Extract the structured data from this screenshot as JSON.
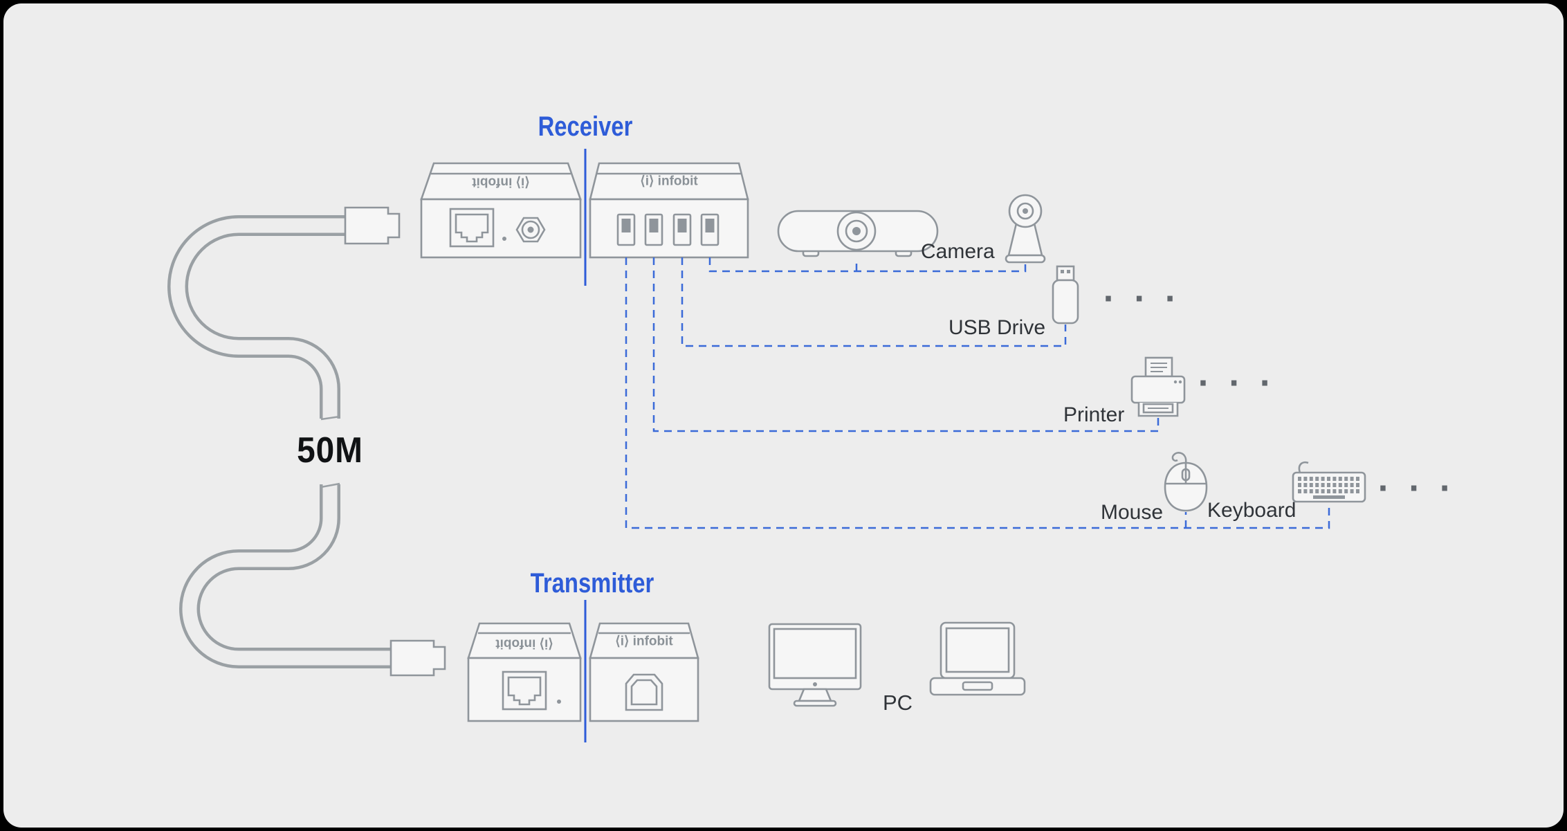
{
  "diagram": {
    "receiver": {
      "label": "Receiver"
    },
    "transmitter": {
      "label": "Transmitter"
    },
    "cable": {
      "length_label": "50M"
    },
    "brand": {
      "icon_glyph": "⟨i⟩",
      "name": "infobit"
    },
    "peripherals": {
      "camera": {
        "label": "Camera"
      },
      "usb_drive": {
        "label": "USB Drive"
      },
      "printer": {
        "label": "Printer"
      },
      "mouse": {
        "label": "Mouse"
      },
      "keyboard": {
        "label": "Keyboard"
      },
      "pc": {
        "label": "PC"
      }
    },
    "ellipsis": "· · ·"
  },
  "colors": {
    "background": "#ededed",
    "frame": "#000000",
    "accent_blue": "#2e5cd8",
    "dash_blue": "#3a6ad8",
    "device_line": "#8f959b",
    "text": "#2f3338"
  }
}
